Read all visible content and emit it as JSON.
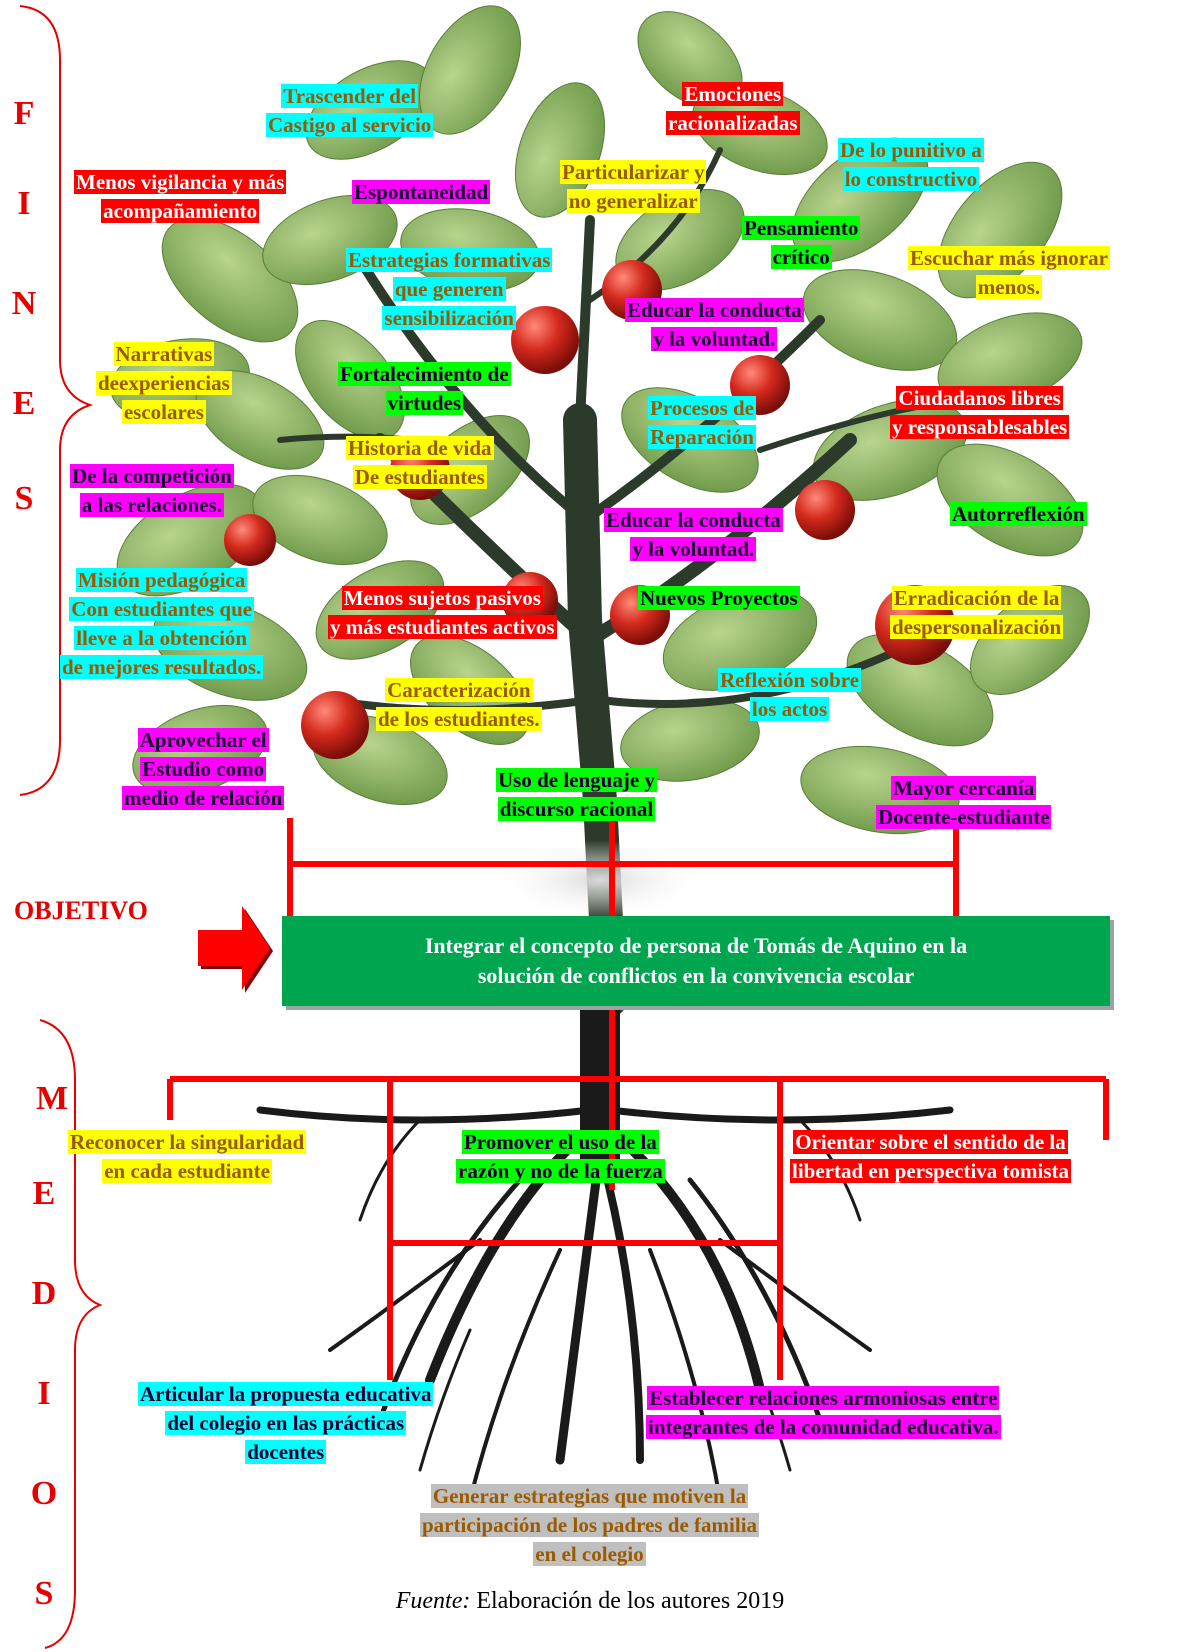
{
  "side_words": {
    "fines": [
      "F",
      "I",
      "N",
      "E",
      "S"
    ],
    "medios": [
      "M",
      "E",
      "D",
      "I",
      "O",
      "S"
    ]
  },
  "objective": {
    "label": "OBJETIVO",
    "text_line1": "Integrar el concepto de persona de Tomás de Aquino en la",
    "text_line2": "solución de conflictos en la convivencia escolar"
  },
  "fines": [
    {
      "id": "f1",
      "lines": [
        "Trascender del",
        "Castigo al servicio"
      ]
    },
    {
      "id": "f2",
      "lines": [
        "Emociones",
        "racionalizadas"
      ]
    },
    {
      "id": "f3",
      "lines": [
        "De lo punitivo a",
        "lo constructivo"
      ]
    },
    {
      "id": "f4",
      "lines": [
        "Menos vigilancia y más",
        "acompañamiento"
      ]
    },
    {
      "id": "f5",
      "lines": [
        "Espontaneidad"
      ]
    },
    {
      "id": "f6",
      "lines": [
        "Particularizar y",
        "no generalizar"
      ]
    },
    {
      "id": "f7",
      "lines": [
        "Pensamiento",
        "crítico"
      ]
    },
    {
      "id": "f8",
      "lines": [
        "Escuchar más ignorar",
        "menos."
      ]
    },
    {
      "id": "f9",
      "lines": [
        "Estrategias formativas",
        "que generen",
        "sensibilización"
      ]
    },
    {
      "id": "f10",
      "lines": [
        "Educar la conducta",
        "y la voluntad."
      ]
    },
    {
      "id": "f11",
      "lines": [
        "Narrativas",
        "deexperiencias",
        "escolares"
      ]
    },
    {
      "id": "f12",
      "lines": [
        "Fortalecimiento de",
        "virtudes"
      ]
    },
    {
      "id": "f13",
      "lines": [
        "Procesos de",
        "Reparación"
      ]
    },
    {
      "id": "f14",
      "lines": [
        "Ciudadanos libres",
        "y responsablesables"
      ]
    },
    {
      "id": "f15",
      "lines": [
        "Historia de vida",
        "De estudiantes"
      ]
    },
    {
      "id": "f16",
      "lines": [
        "De la competición",
        "a las relaciones."
      ]
    },
    {
      "id": "f17",
      "lines": [
        "Educar la conducta",
        "y la voluntad."
      ]
    },
    {
      "id": "f18",
      "lines": [
        "Autorreflexión"
      ]
    },
    {
      "id": "f19",
      "lines": [
        "Misión pedagógica",
        "Con estudiantes que",
        "lleve a la obtención",
        "de mejores resultados."
      ]
    },
    {
      "id": "f20",
      "lines": [
        "Menos sujetos pasivos",
        "y más estudiantes activos"
      ]
    },
    {
      "id": "f21",
      "lines": [
        "Nuevos Proyectos"
      ]
    },
    {
      "id": "f22",
      "lines": [
        "Erradicación de la",
        "despersonalización"
      ]
    },
    {
      "id": "f23",
      "lines": [
        "Caracterización",
        "de los estudiantes."
      ]
    },
    {
      "id": "f24",
      "lines": [
        "Reflexión sobre",
        "los actos"
      ]
    },
    {
      "id": "f25",
      "lines": [
        "Aprovechar el",
        "Estudio como",
        "medio de relación"
      ]
    },
    {
      "id": "f26",
      "lines": [
        "Uso de lenguaje y",
        "discurso racional"
      ]
    },
    {
      "id": "f27",
      "lines": [
        "Mayor cercanía",
        "Docente-estudiante"
      ]
    }
  ],
  "medios": [
    {
      "id": "m1",
      "lines": [
        "Reconocer la singularidad",
        "en cada estudiante"
      ]
    },
    {
      "id": "m2",
      "lines": [
        "Promover el uso de la",
        "razón y no de la fuerza"
      ]
    },
    {
      "id": "m3",
      "lines": [
        "Orientar sobre el sentido de la",
        "libertad en perspectiva tomista"
      ]
    },
    {
      "id": "m4",
      "lines": [
        "Articular la propuesta educativa",
        "del colegio en las prácticas",
        "docentes"
      ]
    },
    {
      "id": "m5",
      "lines": [
        "Establecer relaciones armoniosas entre",
        "integrantes de la comunidad educativa."
      ]
    },
    {
      "id": "m6",
      "lines": [
        "Generar estrategias que motiven la",
        "participación de los padres de familia",
        "en el colegio"
      ]
    }
  ],
  "caption": {
    "italic": "Fuente:",
    "text": " Elaboración de los autores 2019"
  },
  "colors": {
    "red": "#ff0000",
    "cyan": "#00ffff",
    "yellow": "#ffff00",
    "magenta": "#ff00ff",
    "green": "#00ff00",
    "gray": "#bfbfbf",
    "objective": "#00a550",
    "brand_red": "#e60000"
  }
}
